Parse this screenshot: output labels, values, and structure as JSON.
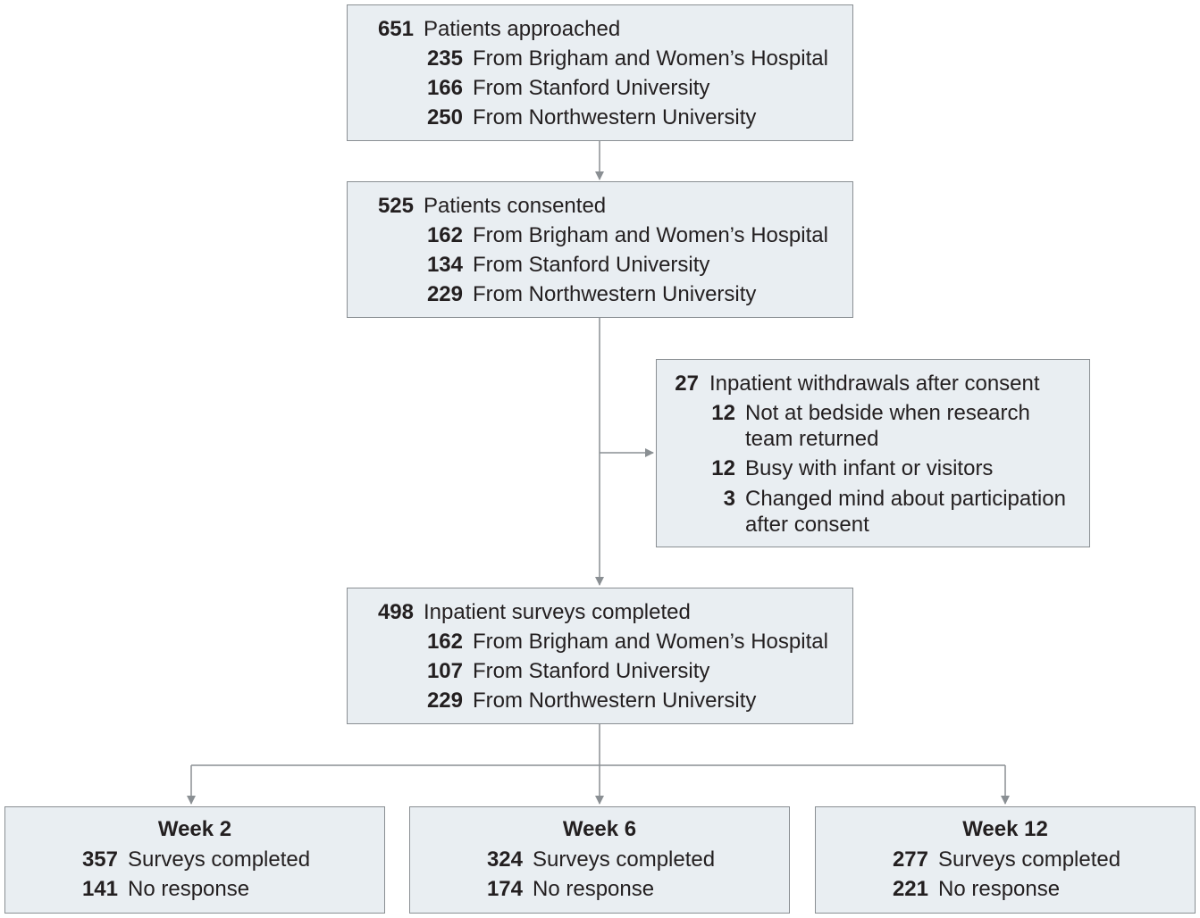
{
  "approached": {
    "count": "651",
    "label": "Patients approached",
    "sites": [
      {
        "count": "235",
        "label": "From Brigham and Women’s Hospital"
      },
      {
        "count": "166",
        "label": "From Stanford University"
      },
      {
        "count": "250",
        "label": "From Northwestern University"
      }
    ]
  },
  "consented": {
    "count": "525",
    "label": "Patients consented",
    "sites": [
      {
        "count": "162",
        "label": "From Brigham and Women’s Hospital"
      },
      {
        "count": "134",
        "label": "From Stanford University"
      },
      {
        "count": "229",
        "label": "From Northwestern University"
      }
    ]
  },
  "withdrawals": {
    "count": "27",
    "label": "Inpatient withdrawals after consent",
    "reasons": [
      {
        "count": "12",
        "line1": "Not at bedside when research",
        "line2": "team returned"
      },
      {
        "count": "12",
        "line1": "Busy with infant or visitors",
        "line2": ""
      },
      {
        "count": "3",
        "line1": "Changed mind about participation",
        "line2": "after consent"
      }
    ]
  },
  "surveys": {
    "count": "498",
    "label": "Inpatient surveys completed",
    "sites": [
      {
        "count": "162",
        "label": "From Brigham and Women’s Hospital"
      },
      {
        "count": "107",
        "label": "From Stanford University"
      },
      {
        "count": "229",
        "label": "From Northwestern University"
      }
    ]
  },
  "weeks": [
    {
      "title": "Week 2",
      "completed_count": "357",
      "completed_label": "Surveys completed",
      "noresp_count": "141",
      "noresp_label": "No response"
    },
    {
      "title": "Week 6",
      "completed_count": "324",
      "completed_label": "Surveys completed",
      "noresp_count": "174",
      "noresp_label": "No response"
    },
    {
      "title": "Week 12",
      "completed_count": "277",
      "completed_label": "Surveys completed",
      "noresp_count": "221",
      "noresp_label": "No response"
    }
  ],
  "colors": {
    "box_fill": "#e9eef2",
    "box_border": "#8a8f93",
    "connector": "#8a8f93"
  }
}
